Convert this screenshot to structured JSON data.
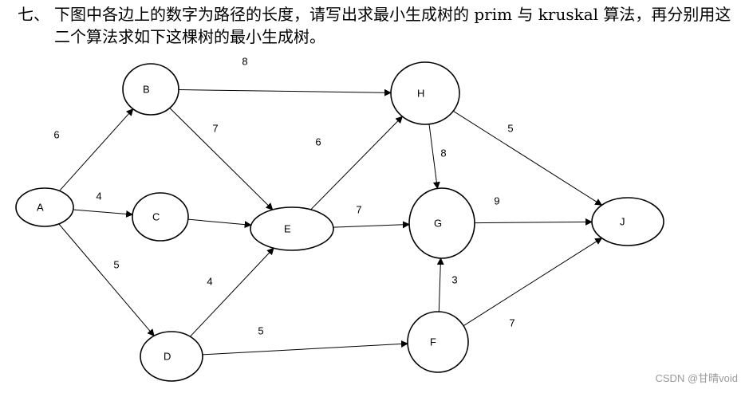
{
  "question": {
    "number": "七、",
    "text": "下图中各边上的数字为路径的长度，请写出求最小生成树的 prim 与 kruskal 算法，再分别用这二个算法求如下这棵树的最小生成树。"
  },
  "graph": {
    "nodes": [
      {
        "id": "A",
        "label": "A"
      },
      {
        "id": "B",
        "label": "B"
      },
      {
        "id": "C",
        "label": "C"
      },
      {
        "id": "D",
        "label": "D"
      },
      {
        "id": "E",
        "label": "E"
      },
      {
        "id": "F",
        "label": "F"
      },
      {
        "id": "G",
        "label": "G"
      },
      {
        "id": "H",
        "label": "H"
      },
      {
        "id": "J",
        "label": "J"
      }
    ],
    "edges": [
      {
        "from": "A",
        "to": "B",
        "weight": "6"
      },
      {
        "from": "A",
        "to": "C",
        "weight": "4"
      },
      {
        "from": "A",
        "to": "D",
        "weight": "5"
      },
      {
        "from": "B",
        "to": "H",
        "weight": "8"
      },
      {
        "from": "B",
        "to": "E",
        "weight": "7"
      },
      {
        "from": "C",
        "to": "E",
        "weight": ""
      },
      {
        "from": "D",
        "to": "E",
        "weight": "4"
      },
      {
        "from": "D",
        "to": "F",
        "weight": "5"
      },
      {
        "from": "E",
        "to": "H",
        "weight": "6"
      },
      {
        "from": "E",
        "to": "G",
        "weight": "7"
      },
      {
        "from": "H",
        "to": "G",
        "weight": "8"
      },
      {
        "from": "H",
        "to": "J",
        "weight": "5"
      },
      {
        "from": "G",
        "to": "J",
        "weight": "9"
      },
      {
        "from": "F",
        "to": "G",
        "weight": "3"
      },
      {
        "from": "F",
        "to": "J",
        "weight": "7"
      }
    ]
  },
  "watermark": "CSDN @甘晴void"
}
